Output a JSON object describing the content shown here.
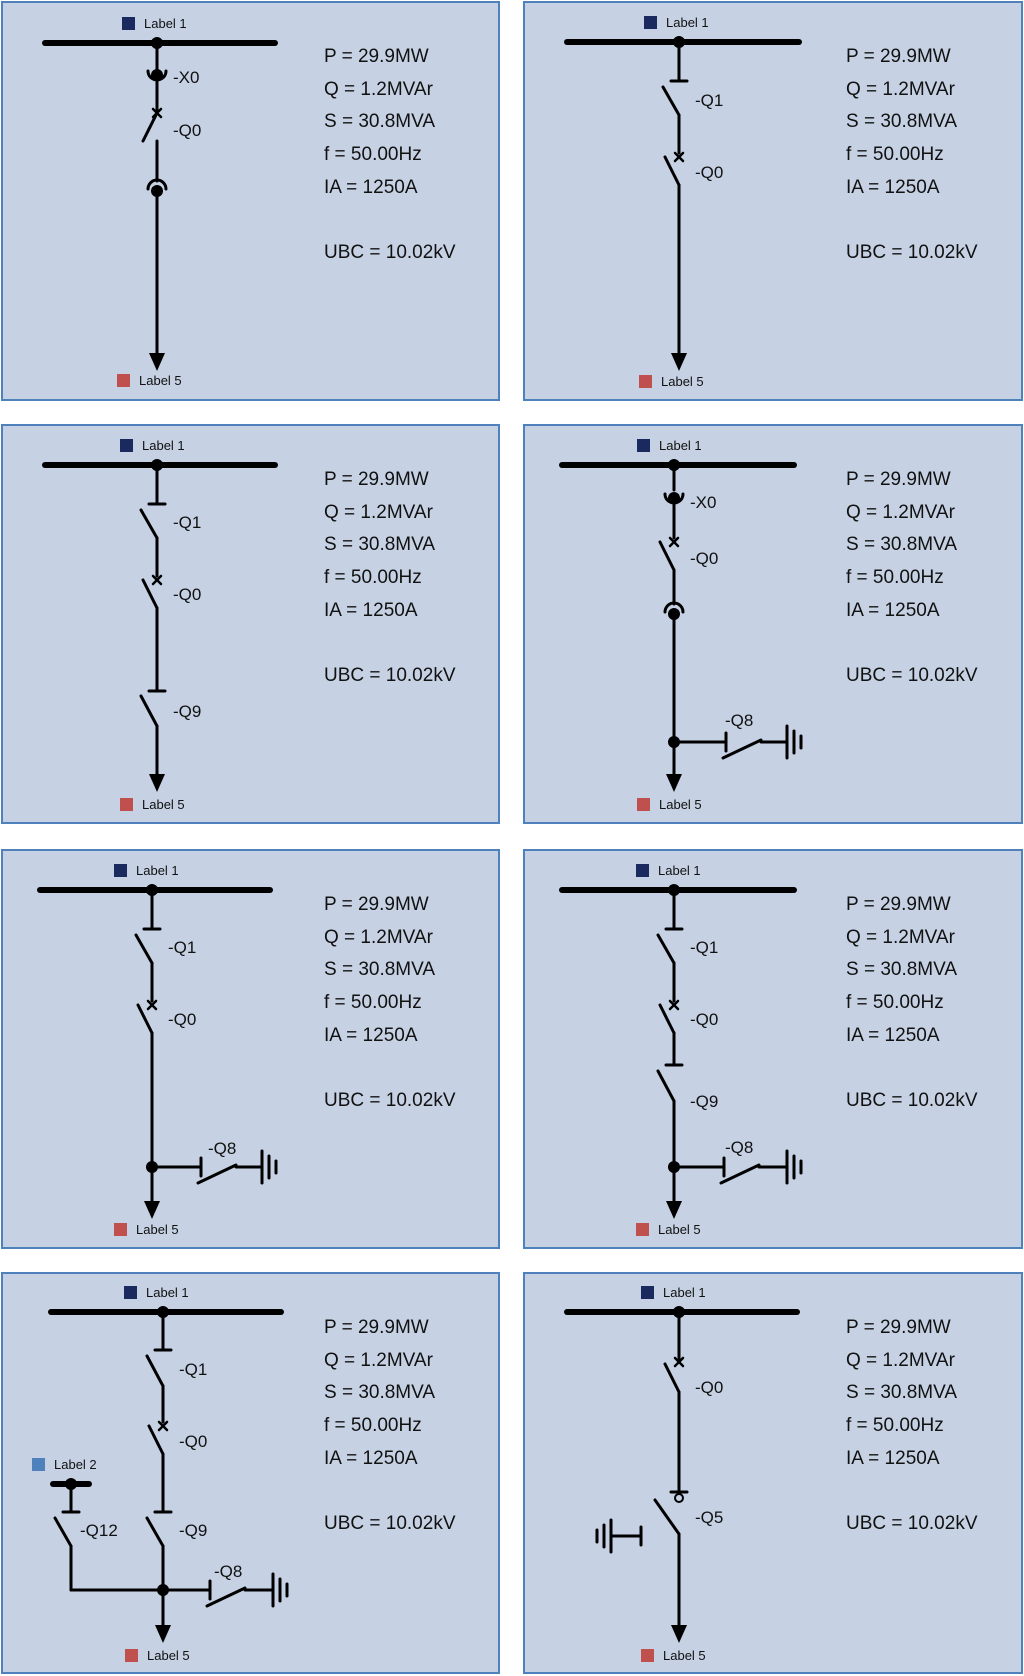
{
  "colors": {
    "panel_bg": "#c6d2e4",
    "panel_border": "#4f81bd",
    "label_top": "#1a2a5e",
    "label_bottom": "#c0504d",
    "label_aux": "#4f81bd"
  },
  "panels": [
    {
      "readings": [
        "P = 29.9MW",
        "Q = 1.2MVAr",
        "S = 30.8MVA",
        "f = 50.00Hz",
        "IA = 1250A",
        "UBC = 10.02kV"
      ],
      "top_label": "Label 1",
      "bottom_label": "Label 5",
      "devices": [
        "-X0",
        "-Q0"
      ]
    },
    {
      "readings": [
        "P = 29.9MW",
        "Q = 1.2MVAr",
        "S = 30.8MVA",
        "f = 50.00Hz",
        "IA = 1250A",
        "UBC = 10.02kV"
      ],
      "top_label": "Label 1",
      "bottom_label": "Label 5",
      "devices": [
        "-Q1",
        "-Q0"
      ]
    },
    {
      "readings": [
        "P = 29.9MW",
        "Q = 1.2MVAr",
        "S = 30.8MVA",
        "f = 50.00Hz",
        "IA = 1250A",
        "UBC = 10.02kV"
      ],
      "top_label": "Label 1",
      "bottom_label": "Label 5",
      "devices": [
        "-Q1",
        "-Q0",
        "-Q9"
      ]
    },
    {
      "readings": [
        "P = 29.9MW",
        "Q = 1.2MVAr",
        "S = 30.8MVA",
        "f = 50.00Hz",
        "IA = 1250A",
        "UBC = 10.02kV"
      ],
      "top_label": "Label 1",
      "bottom_label": "Label 5",
      "devices": [
        "-X0",
        "-Q0",
        "-Q8"
      ]
    },
    {
      "readings": [
        "P = 29.9MW",
        "Q = 1.2MVAr",
        "S = 30.8MVA",
        "f = 50.00Hz",
        "IA = 1250A",
        "UBC = 10.02kV"
      ],
      "top_label": "Label 1",
      "bottom_label": "Label 5",
      "devices": [
        "-Q1",
        "-Q0",
        "-Q8"
      ]
    },
    {
      "readings": [
        "P = 29.9MW",
        "Q = 1.2MVAr",
        "S = 30.8MVA",
        "f = 50.00Hz",
        "IA = 1250A",
        "UBC = 10.02kV"
      ],
      "top_label": "Label 1",
      "bottom_label": "Label 5",
      "devices": [
        "-Q1",
        "-Q0",
        "-Q9",
        "-Q8"
      ]
    },
    {
      "readings": [
        "P = 29.9MW",
        "Q = 1.2MVAr",
        "S = 30.8MVA",
        "f = 50.00Hz",
        "IA = 1250A",
        "UBC = 10.02kV"
      ],
      "top_label": "Label 1",
      "bottom_label": "Label 5",
      "aux_label": "Label 2",
      "devices": [
        "-Q1",
        "-Q0",
        "-Q12",
        "-Q9",
        "-Q8"
      ]
    },
    {
      "readings": [
        "P = 29.9MW",
        "Q = 1.2MVAr",
        "S = 30.8MVA",
        "f = 50.00Hz",
        "IA = 1250A",
        "UBC = 10.02kV"
      ],
      "top_label": "Label 1",
      "bottom_label": "Label 5",
      "devices": [
        "-Q0",
        "-Q5"
      ]
    }
  ]
}
